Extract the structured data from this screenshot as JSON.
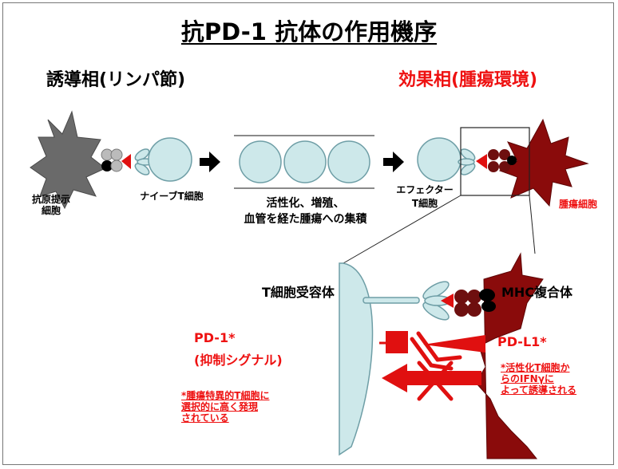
{
  "title": "抗PD-1 抗体の作用機序",
  "phases": {
    "induction": "誘導相(リンパ節)",
    "effector": "効果相(腫瘍環境)"
  },
  "cells": {
    "apc_line1": "抗原提示",
    "apc_line2": "細胞",
    "naive_t": "ナイーブT細胞",
    "effector_t_line1": "エフェクター",
    "effector_t_line2": "T細胞",
    "tumor": "腫瘍細胞"
  },
  "process": {
    "line1": "活性化、増殖、",
    "line2": "血管を経た腫瘍への集積"
  },
  "detail": {
    "tcr": "T細胞受容体",
    "mhc": "MHC複合体",
    "pd1": "PD-1*",
    "pd1_sub": "(抑制シグナル)",
    "pdl1": "PD-L1*",
    "pd1_note": "*腫瘍特異的T細胞に\n選択的に高く発現\nされている",
    "pdl1_note": "*活性化T細胞か\nらのIFNγに\nよって誘導される"
  },
  "colors": {
    "tcell_fill": "#cde8ea",
    "tcell_stroke": "#6e9ea6",
    "tumor": "#8a0b0b",
    "apc": "#6a6a6a",
    "accent_red": "#ee1111",
    "mhc_dark": "#6e0f0f",
    "arrow": "#000000"
  }
}
